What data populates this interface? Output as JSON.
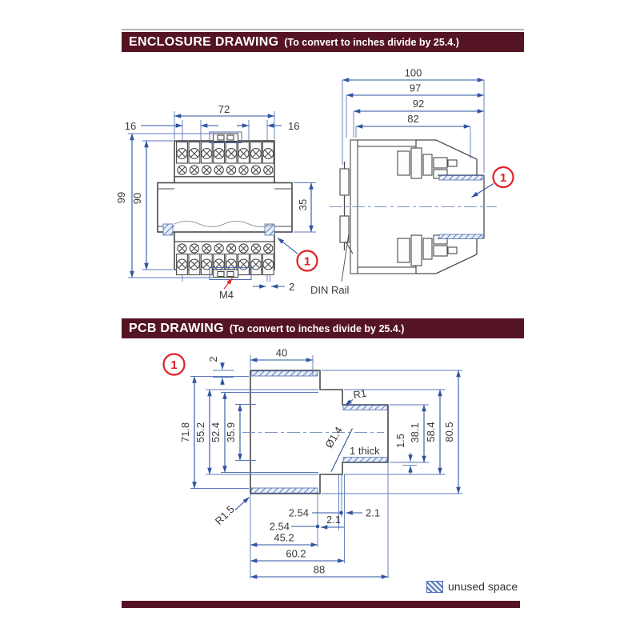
{
  "colors": {
    "accent_maroon": "#551424",
    "dimension_blue": "#2f55a0",
    "projection_blue": "#5b79b8",
    "hatch_blue": "#4a6db3",
    "callout_red": "#e02128",
    "line_dark": "#4a4a4a",
    "text_dark": "#3a3a3a"
  },
  "headers": {
    "enclosure": {
      "title": "ENCLOSURE DRAWING",
      "subtitle": "(To convert to inches divide by 25.4.)"
    },
    "pcb": {
      "title": "PCB DRAWING",
      "subtitle": "(To convert to inches divide by 25.4.)"
    }
  },
  "enclosure_front": {
    "callout": "1",
    "dim_width": "72",
    "dim_pitch_left": "16",
    "dim_pitch_right": "16",
    "dim_height": "99",
    "dim_inner_height": "90",
    "dim_mid_height": "35",
    "dim_offset": "2",
    "screw_label": "M4"
  },
  "enclosure_side": {
    "callout": "1",
    "dim_100": "100",
    "dim_97": "97",
    "dim_92": "92",
    "dim_82": "82",
    "rail_label": "DIN Rail"
  },
  "pcb": {
    "callout": "1",
    "dim_top_offset": "2",
    "dim_top_width": "40",
    "dim_71_8": "71.8",
    "dim_55_2": "55.2",
    "dim_52_4": "52.4",
    "dim_35_9": "35.9",
    "radius_r1": "R1",
    "radius_r1_5": "R1.5",
    "hole_dia": "Ø1.4",
    "note_thickness": "1 thick",
    "dim_1_5": "1.5",
    "dim_38_1": "38.1",
    "dim_58_4": "58.4",
    "dim_80_5": "80.5",
    "dim_pitch_a": "2.54",
    "dim_pitch_b": "2.54",
    "dim_hole_a": "2.1",
    "dim_hole_b": "2.1",
    "dim_45_2": "45.2",
    "dim_60_2": "60.2",
    "dim_88": "88"
  },
  "legend": {
    "label": "unused space"
  }
}
